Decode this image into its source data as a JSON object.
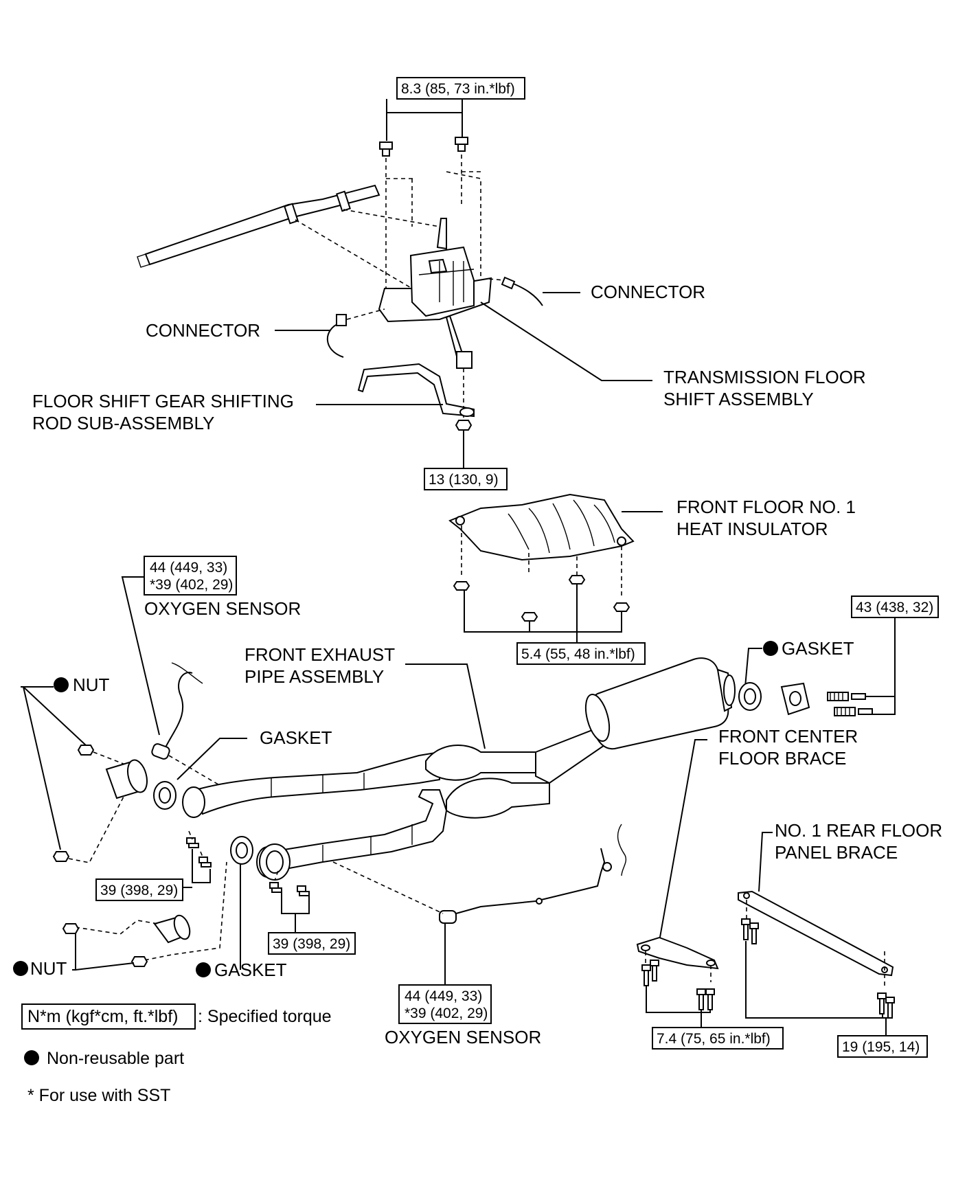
{
  "torques": {
    "shift_bolts": "8.3 (85, 73 in.*lbf)",
    "rod_nut": "13 (130, 9)",
    "insulator_nuts": "5.4 (55, 48 in.*lbf)",
    "o2_front_line1": "44 (449, 33)",
    "o2_front_line2": "*39 (402, 29)",
    "o2_rear_line1": "44 (449, 33)",
    "o2_rear_line2": "*39 (402, 29)",
    "rear_flange_bolts": "43 (438, 32)",
    "front_flange_bolts_left": "39 (398, 29)",
    "front_flange_bolts_right": "39 (398, 29)",
    "center_brace_bolts": "7.4 (75, 65 in.*lbf)",
    "rear_brace_bolts": "19 (195, 14)"
  },
  "labels": {
    "connector_right": "CONNECTOR",
    "connector_left": "CONNECTOR",
    "shift_assembly_line1": "TRANSMISSION FLOOR",
    "shift_assembly_line2": "SHIFT ASSEMBLY",
    "shift_rod_line1": "FLOOR SHIFT GEAR SHIFTING",
    "shift_rod_line2": "ROD SUB-ASSEMBLY",
    "heat_insulator_line1": "FRONT FLOOR NO. 1",
    "heat_insulator_line2": "HEAT INSULATOR",
    "oxygen_sensor_front": "OXYGEN SENSOR",
    "oxygen_sensor_rear": "OXYGEN SENSOR",
    "exhaust_pipe_line1": "FRONT EXHAUST",
    "exhaust_pipe_line2": "PIPE ASSEMBLY",
    "gasket_rear": "GASKET",
    "nut_upper": "NUT",
    "gasket_middle": "GASKET",
    "center_brace_line1": "FRONT CENTER",
    "center_brace_line2": "FLOOR BRACE",
    "rear_brace_line1": "NO. 1 REAR FLOOR",
    "rear_brace_line2": "PANEL BRACE",
    "nut_lower": "NUT",
    "gasket_lower": "GASKET"
  },
  "legend": {
    "torque_box": "N*m (kgf*cm, ft.*lbf)",
    "torque_desc": ": Specified torque",
    "non_reusable": "Non-reusable part",
    "sst_note": "* For use with SST"
  }
}
